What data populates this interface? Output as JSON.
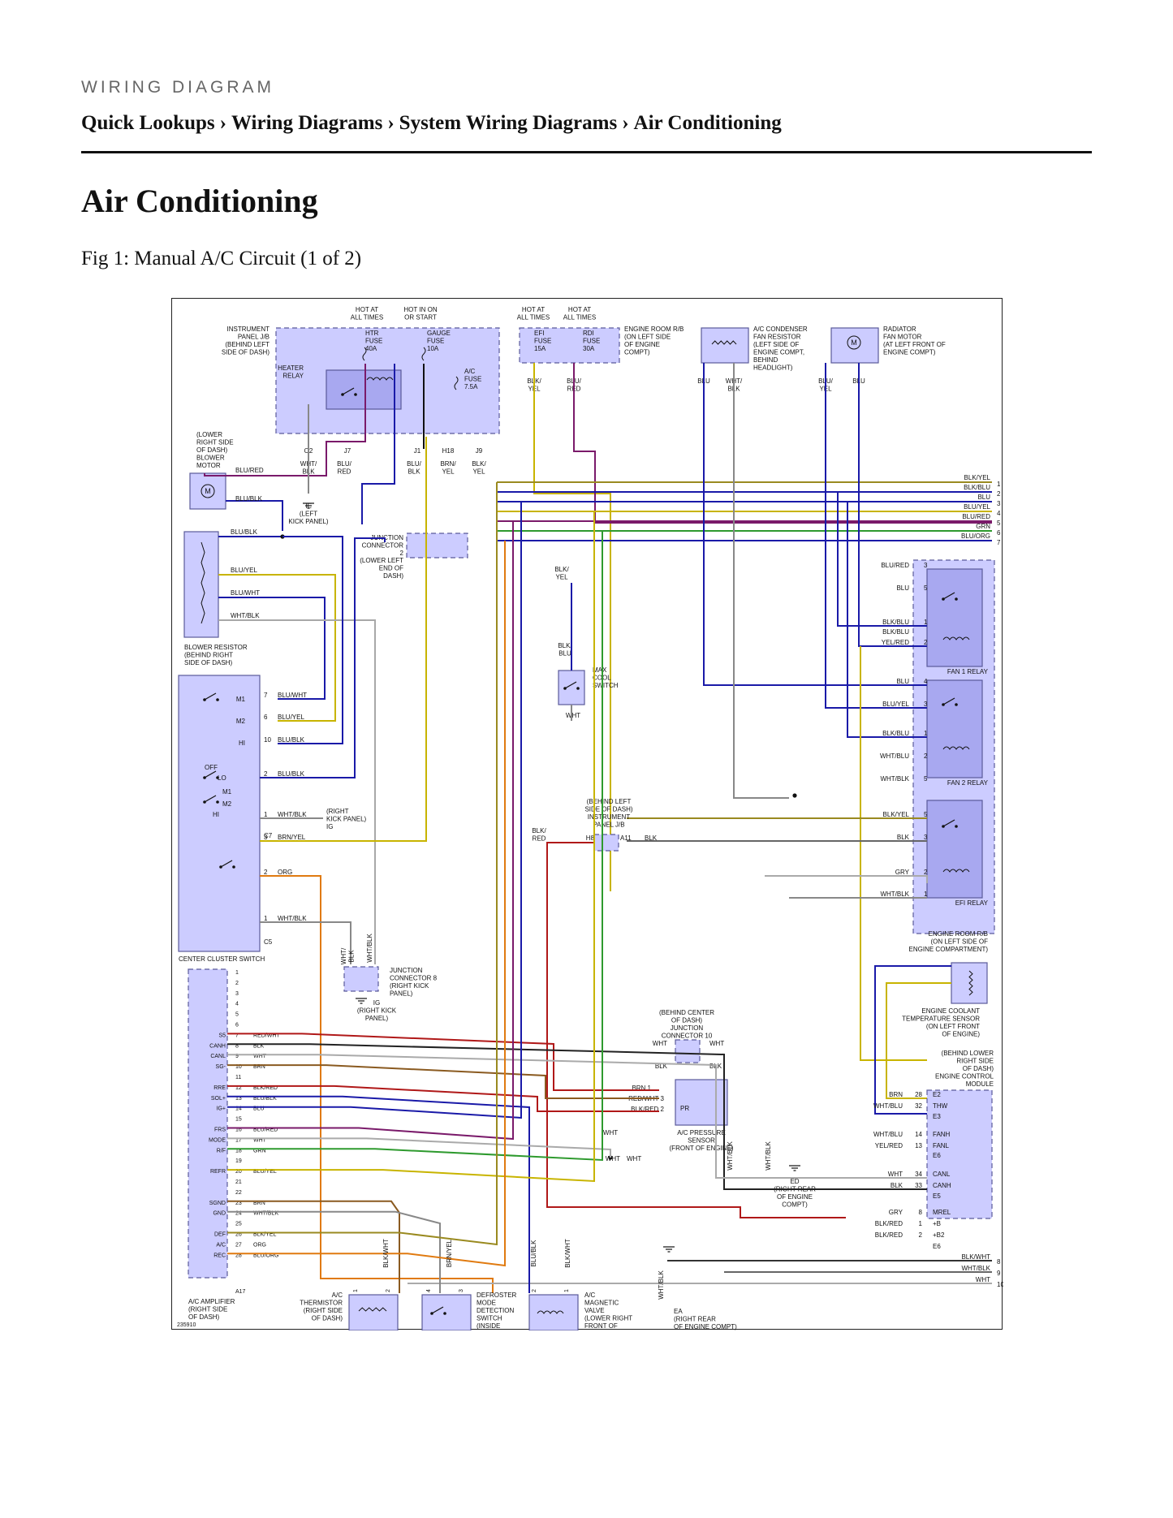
{
  "header": {
    "eyebrow": "WIRING DIAGRAM",
    "breadcrumbs": [
      "Quick Lookups",
      "Wiring Diagrams",
      "System Wiring Diagrams",
      "Air Conditioning"
    ],
    "separator": "›"
  },
  "page_title": "Air Conditioning",
  "figure_caption": "Fig 1: Manual A/C Circuit (1 of 2)",
  "diagram": {
    "figure_id": "235910",
    "colors": {
      "box_fill": "#ccccff",
      "box_stroke": "#5a5a9a",
      "relay_fill": "#a8a8f0"
    },
    "power_labels": [
      "HOT AT\nALL TIMES",
      "HOT IN ON\nOR START",
      "HOT AT\nALL TIMES",
      "HOT AT\nALL TIMES"
    ],
    "fuses": [
      "HTR\nFUSE\n40A",
      "GAUGE\nFUSE\n10A",
      "A/C\nFUSE\n7.5A",
      "EFI\nFUSE\n15A",
      "RDI\nFUSE\n30A"
    ],
    "component_labels": [
      "INSTRUMENT\nPANEL J/B\n(BEHIND LEFT\nSIDE OF DASH)",
      "HEATER\nRELAY",
      "ENGINE ROOM R/B\n(ON LEFT SIDE\nOF ENGINE\nCOMPT)",
      "A/C CONDENSER\nFAN RESISTOR\n(LEFT SIDE OF\nENGINE COMPT,\nBEHIND\nHEADLIGHT)",
      "RADIATOR\nFAN MOTOR\n(AT LEFT FRONT OF\nENGINE COMPT)",
      "(LOWER\nRIGHT SIDE\nOF DASH)\nBLOWER\nMOTOR",
      "IE\n(LEFT\nKICK PANEL)",
      "JUNCTION\nCONNECTOR\n2",
      "(LOWER LEFT\nEND OF\nDASH)",
      "BLOWER RESISTOR\n(BEHIND RIGHT\nSIDE OF DASH)",
      "MAX\nCOOL\nSWITCH",
      "FAN 1 RELAY",
      "FAN 2 RELAY",
      "EFI RELAY",
      "(BEHIND LEFT\nSIDE OF DASH)\nINSTRUMENT\nPANEL J/B",
      "(RIGHT\nKICK PANEL)\nIG",
      "CENTER CLUSTER SWITCH",
      "ENGINE ROOM R/B\n(ON LEFT SIDE OF\nENGINE COMPARTMENT)",
      "JUNCTION\nCONNECTOR 8\n(RIGHT KICK\nPANEL)",
      "IG\n(RIGHT KICK\nPANEL)",
      "(BEHIND CENTER\nOF DASH)\nJUNCTION\nCONNECTOR 10",
      "ENGINE COOLANT\nTEMPERATURE SENSOR\n(ON LEFT FRONT\nOF ENGINE)",
      "(BEHIND LOWER\nRIGHT SIDE\nOF DASH)\nENGINE CONTROL\nMODULE",
      "A/C PRESSURE\nSENSOR\n(FRONT OF ENGINE)",
      "ED\n(RIGHT REAR\nOF ENGINE\nCOMPT)",
      "A/C AMPLIFIER\n(RIGHT SIDE\nOF DASH)",
      "A/C\nTHERMISTOR\n(RIGHT SIDE\nOF DASH)",
      "DEFROSTER\nMODE\nDETECTION\nSWITCH\n(INSIDE\nSWITCH)",
      "A/C\nMAGNETIC\nVALVE\n(LOWER RIGHT\nFRONT OF\nENGINE)",
      "EA\n(RIGHT REAR\nOF ENGINE COMPT)"
    ],
    "amp_pins": [
      {
        "n": "1",
        "s": "",
        "w": ""
      },
      {
        "n": "2",
        "s": "",
        "w": ""
      },
      {
        "n": "3",
        "s": "",
        "w": ""
      },
      {
        "n": "4",
        "s": "",
        "w": ""
      },
      {
        "n": "5",
        "s": "",
        "w": ""
      },
      {
        "n": "6",
        "s": "",
        "w": ""
      },
      {
        "n": "7",
        "s": "S5",
        "w": "RED/WHT"
      },
      {
        "n": "8",
        "s": "CANH",
        "w": "BLK"
      },
      {
        "n": "9",
        "s": "CANL",
        "w": "WHT"
      },
      {
        "n": "10",
        "s": "SG-",
        "w": "BRN"
      },
      {
        "n": "11",
        "s": "",
        "w": ""
      },
      {
        "n": "12",
        "s": "RRE",
        "w": "BLK/RED"
      },
      {
        "n": "13",
        "s": "SOL+",
        "w": "BLU/BLK"
      },
      {
        "n": "14",
        "s": "IG+",
        "w": "BLU"
      },
      {
        "n": "15",
        "s": "",
        "w": ""
      },
      {
        "n": "16",
        "s": "FRS",
        "w": "BLU/RED"
      },
      {
        "n": "17",
        "s": "MODE",
        "w": "WHT"
      },
      {
        "n": "18",
        "s": "R/F",
        "w": "GRN"
      },
      {
        "n": "19",
        "s": "",
        "w": ""
      },
      {
        "n": "20",
        "s": "REFR",
        "w": "BLU/YEL"
      },
      {
        "n": "21",
        "s": "",
        "w": ""
      },
      {
        "n": "22",
        "s": "",
        "w": ""
      },
      {
        "n": "23",
        "s": "SGND",
        "w": "BRN"
      },
      {
        "n": "24",
        "s": "GND",
        "w": "WHT/BLK"
      },
      {
        "n": "25",
        "s": "",
        "w": ""
      },
      {
        "n": "26",
        "s": "DEF",
        "w": "BLK/YEL"
      },
      {
        "n": "27",
        "s": "A/C",
        "w": "ORG"
      },
      {
        "n": "28",
        "s": "REC",
        "w": "BLU/ORG"
      }
    ],
    "bus_wires": [
      "BLK/YEL",
      "BLK/BLU",
      "BLU",
      "BLU/YEL",
      "BLU/RED",
      "GRN",
      "BLU/ORG"
    ],
    "bottom_wires": [
      "BLK/WHT",
      "WHT/BLK",
      "WHT"
    ]
  }
}
